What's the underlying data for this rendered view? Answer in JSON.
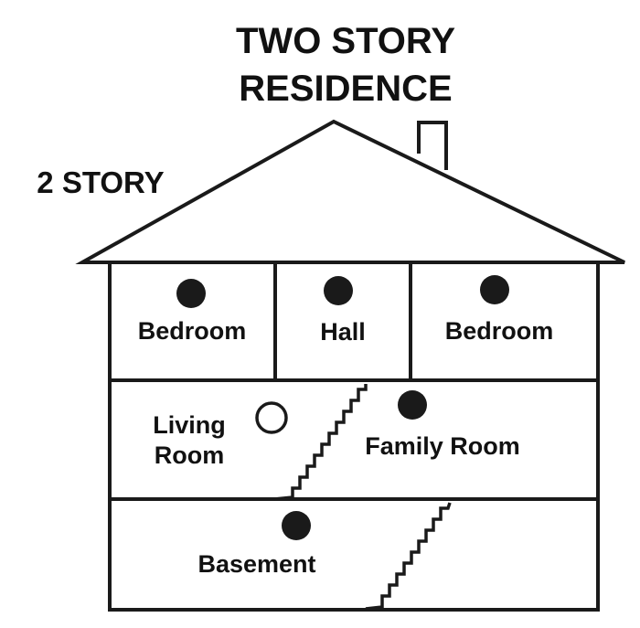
{
  "title": {
    "line1": "TWO STORY",
    "line2": "RESIDENCE"
  },
  "side_label": "2 STORY",
  "rooms": {
    "bedroom_left": "Bedroom",
    "hall": "Hall",
    "bedroom_right": "Bedroom",
    "living_room_line1": "Living",
    "living_room_line2": "Room",
    "family_room": "Family Room",
    "basement": "Basement"
  },
  "colors": {
    "line": "#1a1a1a",
    "marker_filled": "#1a1a1a",
    "marker_open": "#ffffff"
  }
}
